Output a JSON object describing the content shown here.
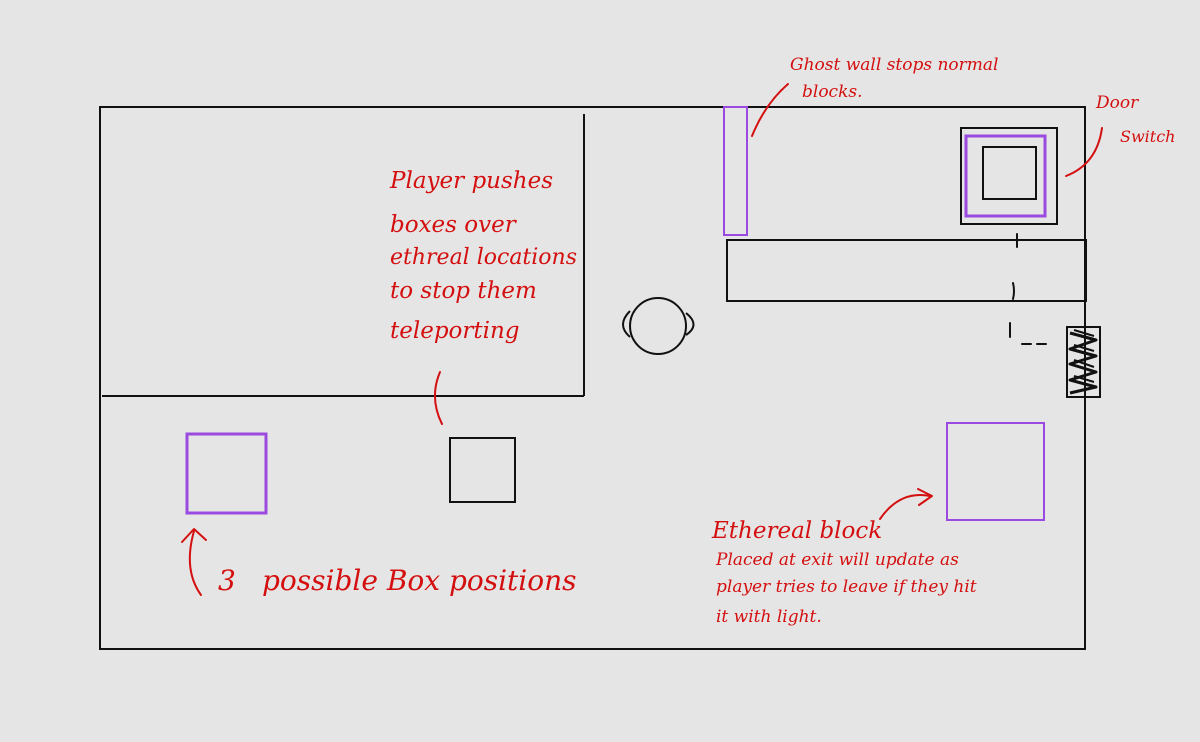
{
  "colors": {
    "background": "#e6e5e5",
    "ink": "#111111",
    "annotation": "#d40f0f",
    "ethereal": "#9a4ae0"
  },
  "annotations": {
    "ghost_wall": [
      "Ghost wall stops normal",
      "blocks."
    ],
    "door_switch": [
      "Door",
      "Switch"
    ],
    "player_pushes": [
      "Player pushes",
      "boxes over",
      "ethreal locations",
      "to stop them",
      "teleporting"
    ],
    "box_positions": [
      "3",
      "possible Box positions"
    ],
    "ethereal_block": [
      "Ethereal block",
      "Placed at exit will update as",
      "player tries to leave if they hit",
      "it with light."
    ]
  }
}
